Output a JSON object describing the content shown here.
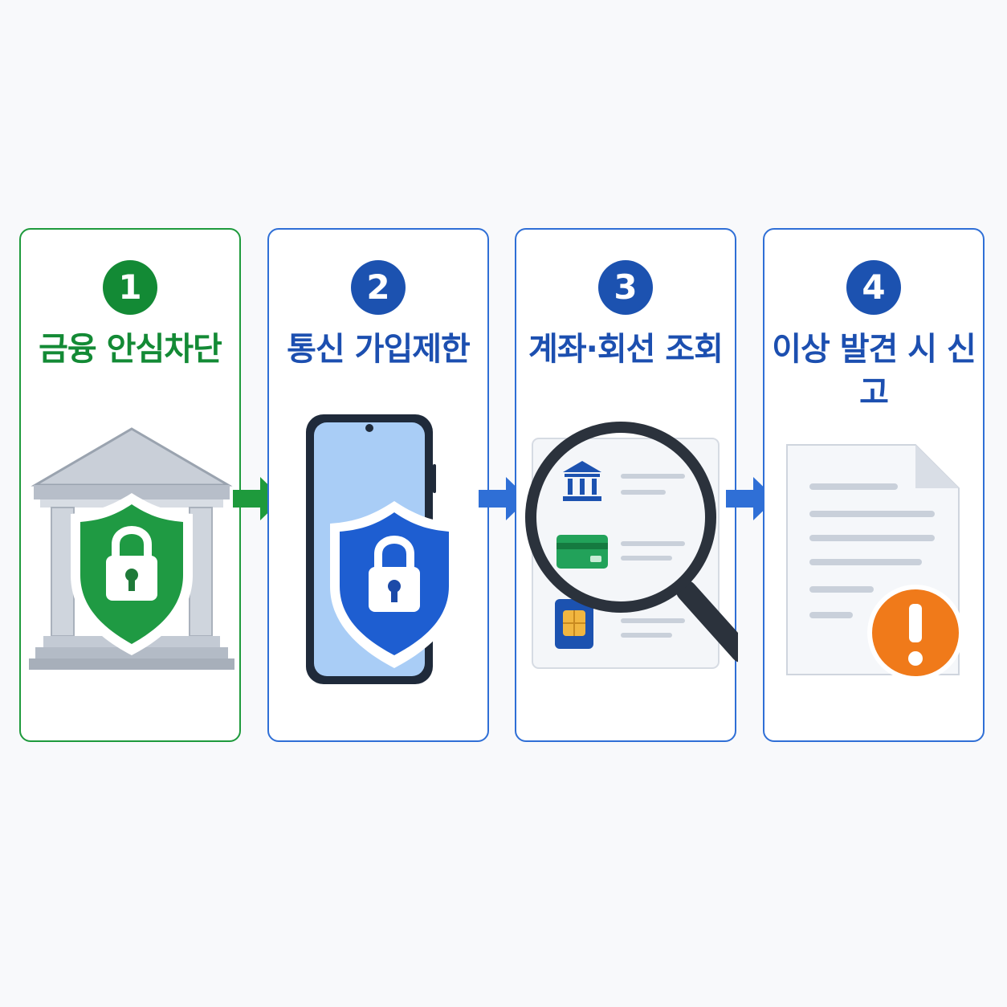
{
  "steps": [
    {
      "number": "1",
      "title": "금융 안심차단",
      "icon": "bank-shield-lock-icon",
      "color": "#138a35"
    },
    {
      "number": "2",
      "title": "통신 가입제한",
      "icon": "phone-shield-lock-icon",
      "color": "#1c52b0"
    },
    {
      "number": "3",
      "title": "계좌·회선 조회",
      "icon": "magnifier-records-icon",
      "color": "#1c52b0"
    },
    {
      "number": "4",
      "title": "이상 발견 시 신고",
      "icon": "report-alert-icon",
      "color": "#1c52b0"
    }
  ],
  "colors": {
    "green": "#138a35",
    "blue": "#1c52b0",
    "alert": "#f07a1a"
  }
}
